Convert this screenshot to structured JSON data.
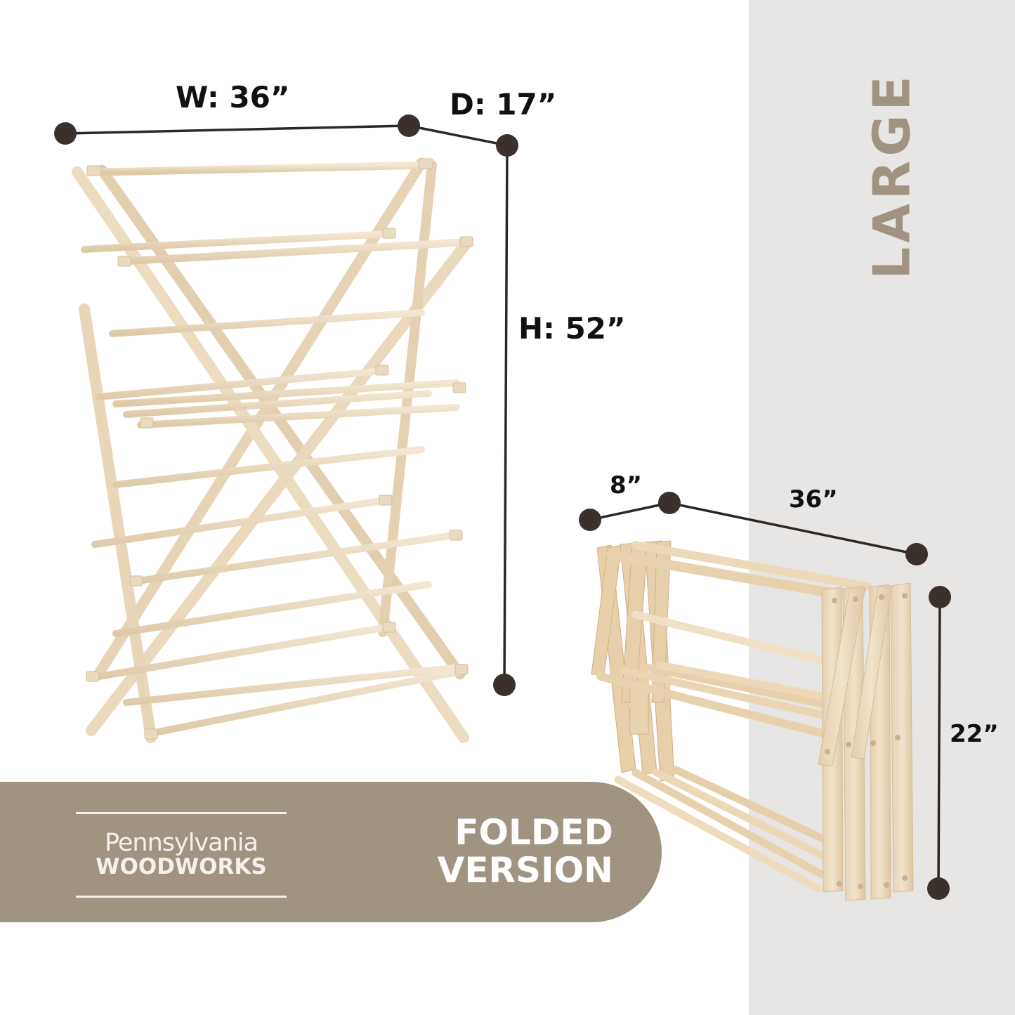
{
  "size_label": "LARGE",
  "expanded": {
    "width_label": "W: 36”",
    "depth_label": "D: 17”",
    "height_label": "H: 52”"
  },
  "folded": {
    "depth_label": "8”",
    "width_label": "36”",
    "height_label": "22”"
  },
  "banner": {
    "brand_line1": "Pennsylvania",
    "brand_line2": "WOODWORKS",
    "title_line1": "FOLDED",
    "title_line2": "VERSION"
  },
  "colors": {
    "background": "#ffffff",
    "side_panel": "#e8e6e4",
    "accent_taupe": "#a09381",
    "dimension_dark": "#3a302c",
    "wood": "#ecdcc0",
    "text_dark": "#111111",
    "text_light": "#ffffff"
  }
}
